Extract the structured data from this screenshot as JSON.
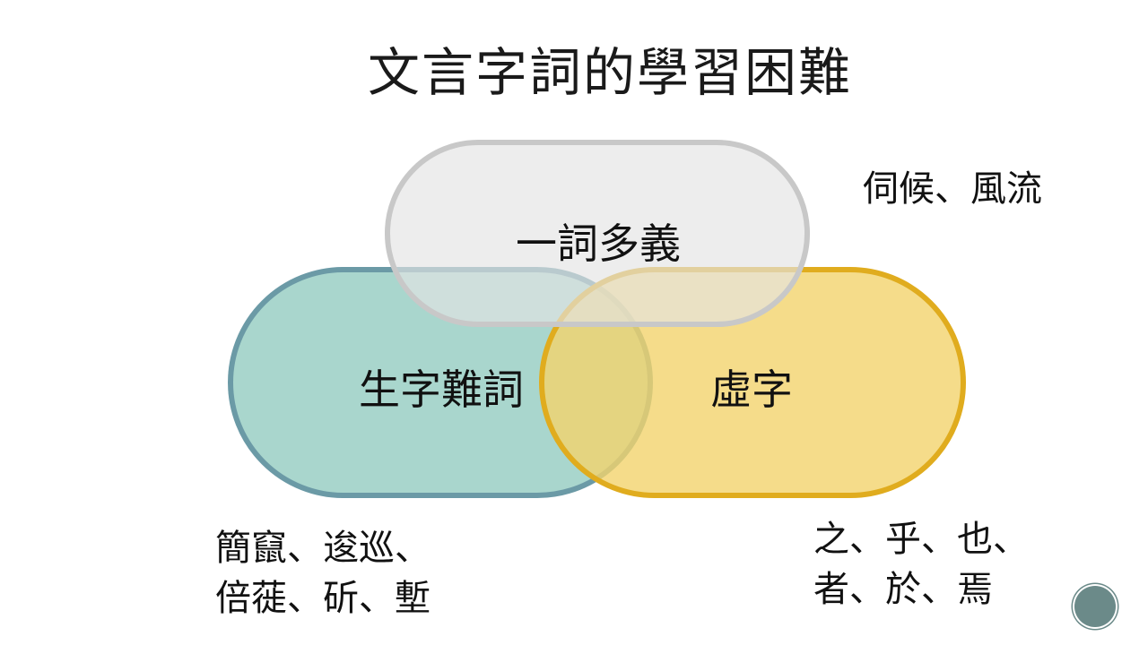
{
  "title": "文言字詞的學習困難",
  "diagram": {
    "shapes": [
      {
        "id": "yi-ci-duo-yi",
        "label": "一詞多義",
        "fill": "#e3e3e3",
        "stroke": "#c8c8c8",
        "examples": [
          "伺候、風流"
        ]
      },
      {
        "id": "sheng-zi-nan-ci",
        "label": "生字難詞",
        "fill": "#a9d6cd",
        "stroke": "#6b9aa6",
        "examples": [
          "簡竄、逡巡、",
          "倍蓰、斫、塹"
        ]
      },
      {
        "id": "xu-zi",
        "label": "虛字",
        "fill": "#f2d36d",
        "stroke": "#e0ac1e",
        "examples": [
          "之、乎、也、",
          "者、於、焉"
        ]
      }
    ]
  }
}
